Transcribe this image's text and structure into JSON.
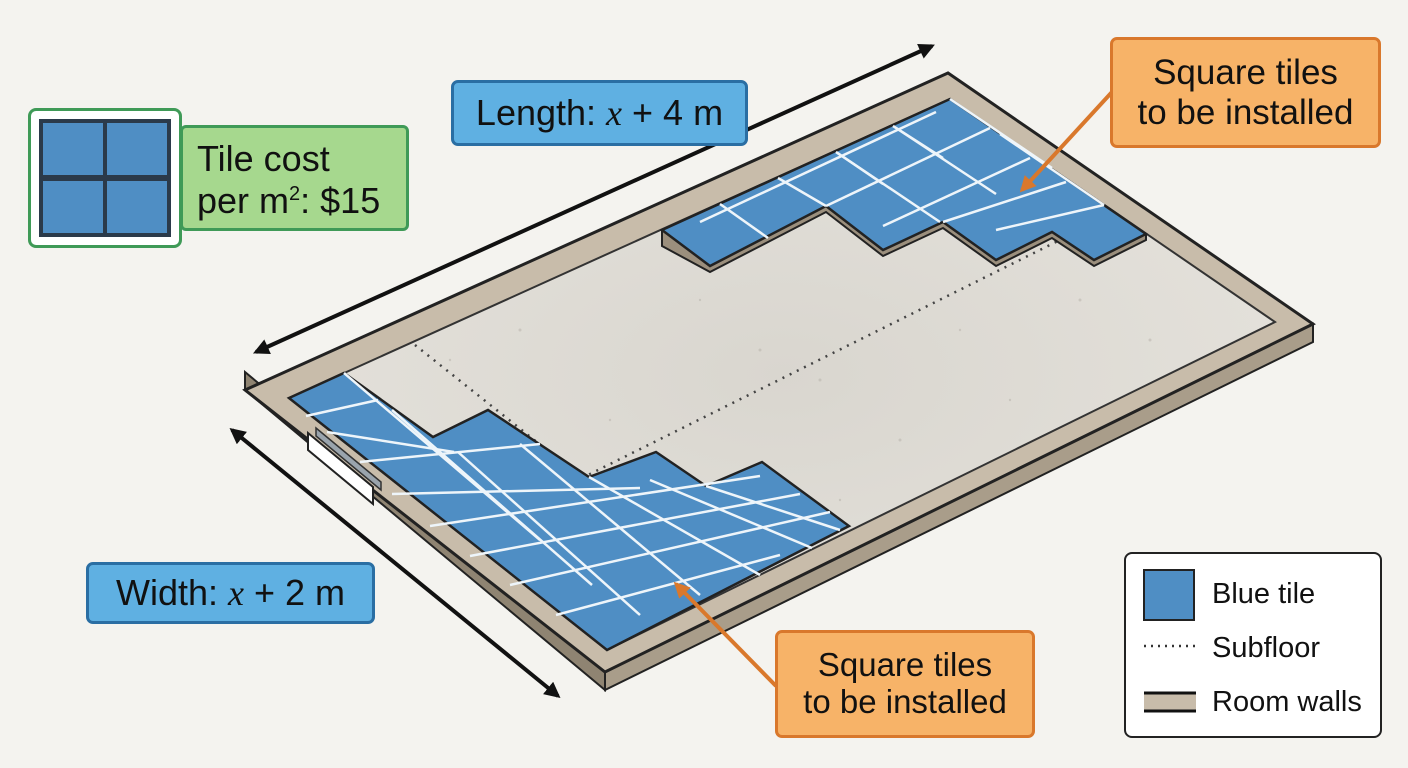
{
  "tile_cost": {
    "line1": "Tile cost",
    "line2_prefix": "per m",
    "line2_sup": "2",
    "line2_suffix": ": $15"
  },
  "length_label": {
    "prefix": "Length: ",
    "var": "x",
    "suffix": " + 4 m"
  },
  "width_label": {
    "prefix": "Width: ",
    "var": "x",
    "suffix": " + 2 m"
  },
  "callout_top": {
    "line1": "Square tiles",
    "line2": "to be installed"
  },
  "callout_bottom": {
    "line1": "Square tiles",
    "line2": "to be installed"
  },
  "legend": {
    "items": [
      {
        "label": "Blue tile",
        "icon": "blue-tile-swatch"
      },
      {
        "label": "Subfloor",
        "icon": "dotted-line"
      },
      {
        "label": "Room walls",
        "icon": "wall-segment"
      }
    ]
  },
  "colors": {
    "tile": "#4f8ec4",
    "tile_grout": "#e9f2f8",
    "wall_top": "#c8bcaa",
    "wall_side": "#9b8f7d",
    "subfloor": "#dddad3",
    "blue_label_bg": "#5fb0e2",
    "orange_label_bg": "#f7b368",
    "green_label_bg": "#a6d88e",
    "arrow_orange": "#d9782c"
  }
}
